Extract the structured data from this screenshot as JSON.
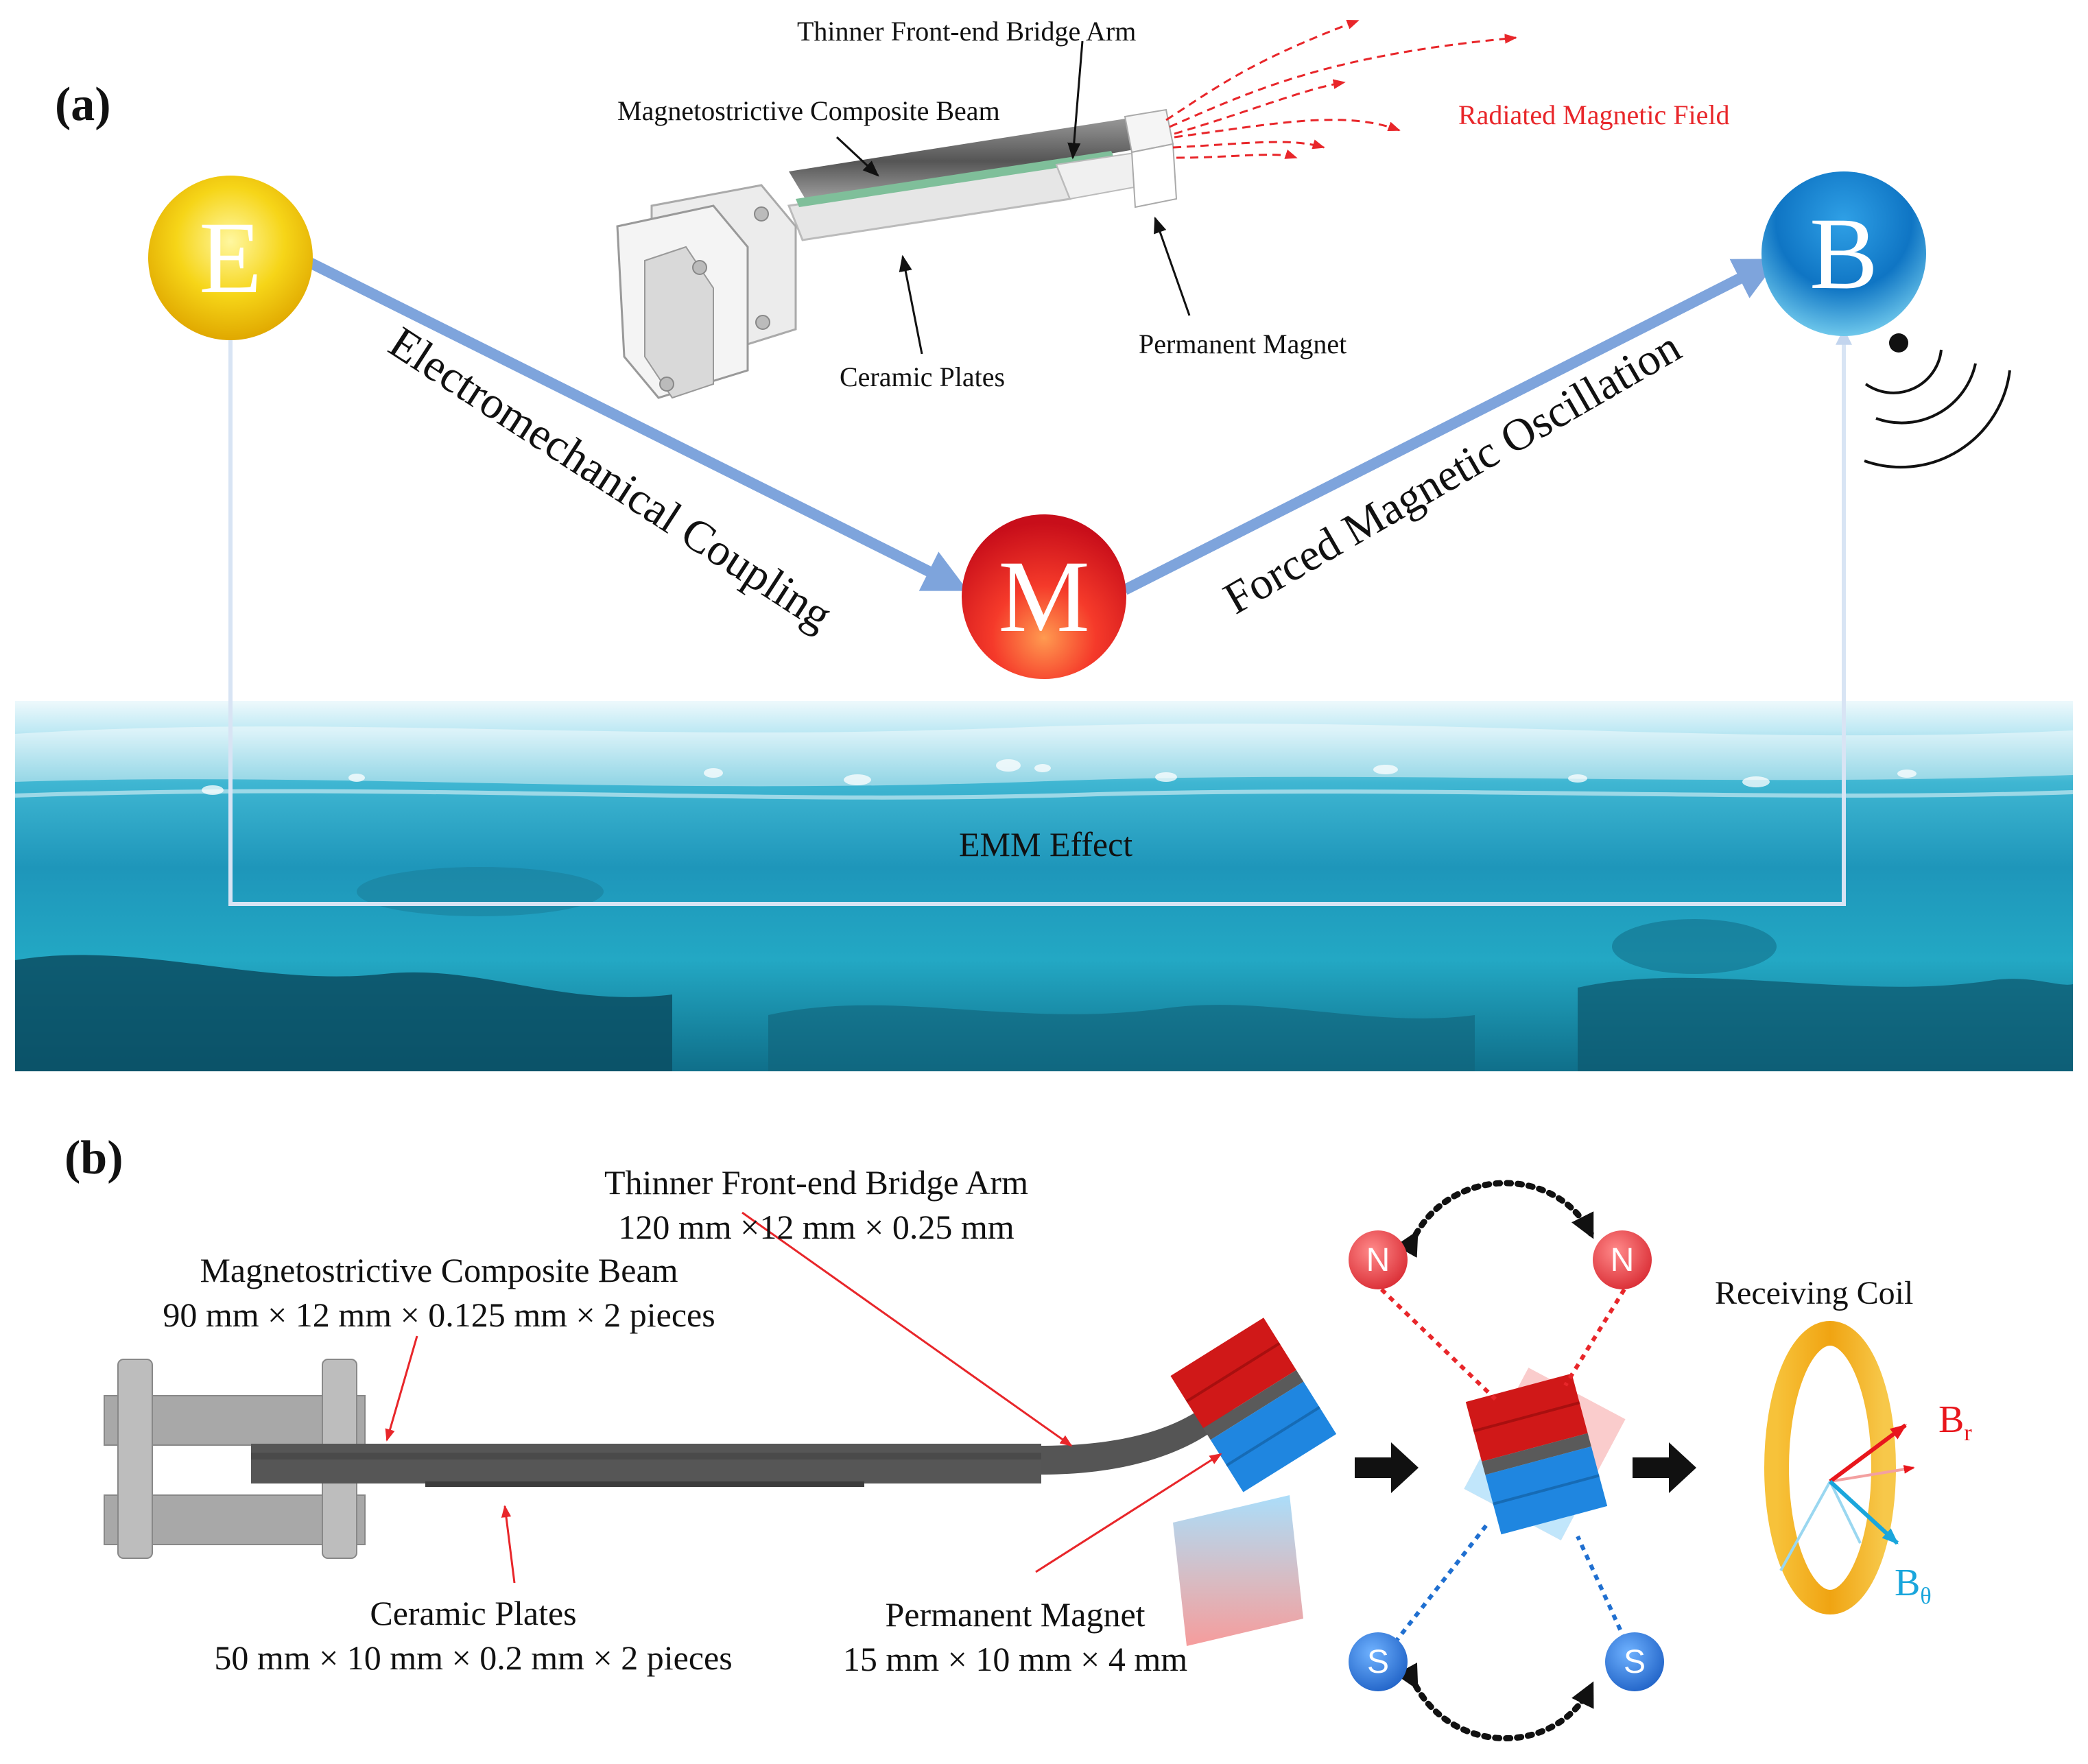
{
  "panel_a": {
    "label": "(a)",
    "device_labels": {
      "bridge_arm": "Thinner Front-end Bridge Arm",
      "composite_beam": "Magnetostrictive Composite Beam",
      "ceramic_plates": "Ceramic Plates",
      "permanent_magnet": "Permanent Magnet"
    },
    "radiated_field": "Radiated Magnetic Field",
    "nodes": {
      "e": "E",
      "m": "M",
      "b": "B"
    },
    "coupling_label": "Electromechanical Coupling",
    "oscillation_label": "Forced Magnetic Oscillation",
    "effect_label": "EMM Effect"
  },
  "panel_b": {
    "label": "(b)",
    "bridge_arm": {
      "title": "Thinner Front-end Bridge Arm",
      "dims": "120 mm ×12 mm × 0.25 mm"
    },
    "composite_beam": {
      "title": "Magnetostrictive Composite Beam",
      "dims": "90 mm × 12 mm × 0.125 mm × 2 pieces"
    },
    "ceramic_plates": {
      "title": "Ceramic Plates",
      "dims": "50 mm × 10 mm × 0.2 mm × 2 pieces"
    },
    "permanent_magnet": {
      "title": "Permanent Magnet",
      "dims": "15  mm × 10 mm × 4 mm"
    },
    "receiving_coil": "Receiving Coil",
    "poles": {
      "north": "N",
      "south": "S"
    },
    "br": {
      "base": "B",
      "sub": "r"
    },
    "btheta": {
      "base": "B",
      "sub": "θ"
    }
  },
  "colors": {
    "arrow_blue": "#7ea4dc",
    "field_red": "#e8262a",
    "magnet_red": "#d01818",
    "magnet_blue": "#1f86e0",
    "coil_gold": "#f2b320",
    "br_red": "#e8161c",
    "btheta_cyan": "#1aa6dc"
  }
}
